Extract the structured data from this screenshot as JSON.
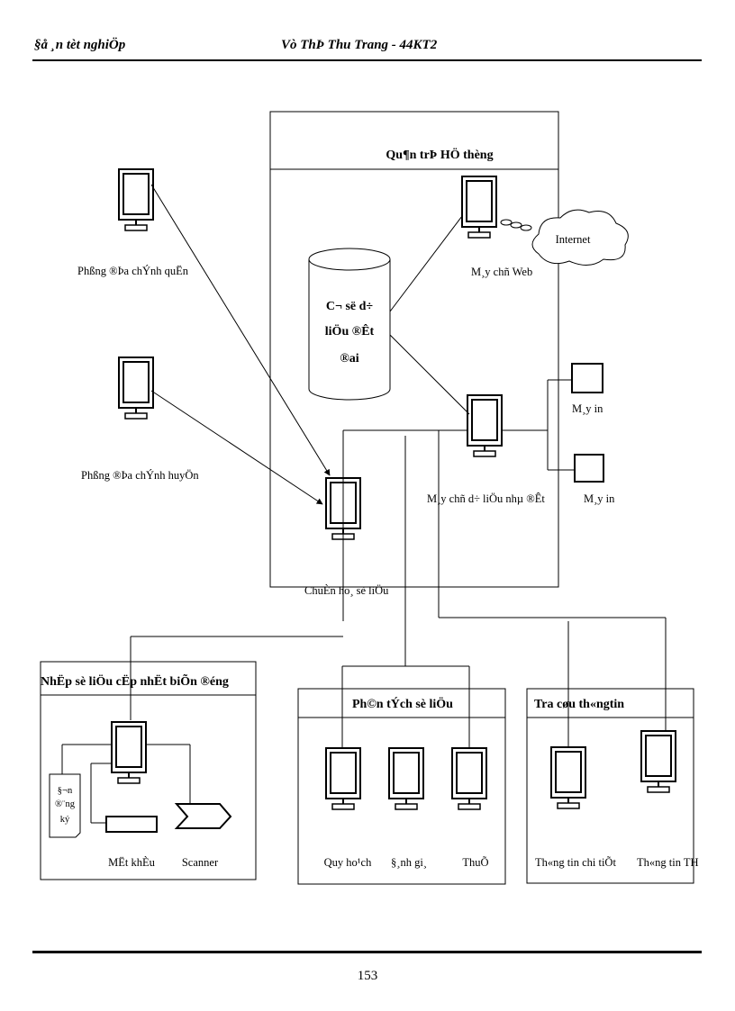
{
  "header": {
    "left": "§å ¸n tèt nghiÖp",
    "right": "Vò ThÞ Thu Trang - 44KT2"
  },
  "page_number": "153",
  "diagram": {
    "admin_box_title": "Qu¶n trÞ HÖ thèng",
    "database_lines": [
      "C¬ së d÷",
      "liÖu ®Êt",
      "®ai"
    ],
    "internet_label": "Internet",
    "web_server_label": "M¸y chñ Web",
    "land_data_server_label": "M¸y chñ d÷ liÖu nhµ ®Êt",
    "printer_label_1": "M¸y in",
    "printer_label_2": "M¸y in",
    "standardize_label": "ChuÈn ho¸ sè liÖu",
    "district_room_label": "Phßng ®Þa chÝnh quËn",
    "county_room_label": "Phßng ®Þa chÝnh huyÖn",
    "input_box": {
      "title": "NhËp sè liÖu cËp nhËt biÕn ®éng",
      "doc_lines": [
        "§¬n",
        "®¨ng",
        "ký"
      ],
      "keyboard_label": "MËt khÈu",
      "scanner_label": "Scanner"
    },
    "analysis_box": {
      "title": "Ph©n tÝch sè liÖu",
      "items": [
        "Quy ho¹ch",
        "§¸nh gi¸",
        "ThuÕ"
      ]
    },
    "info_box": {
      "title": "Tra cøu th«ngtin",
      "items": [
        "Th«ng tin chi tiÕt",
        "Th«ng tin TH"
      ]
    }
  }
}
